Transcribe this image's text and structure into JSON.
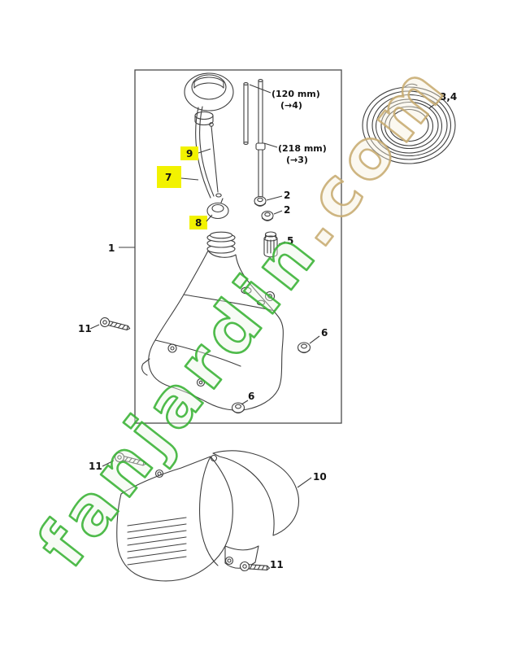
{
  "watermark": {
    "green_text": "fanjardin",
    "tan_text": ".com",
    "green_color": "#3cb438",
    "tan_color": "#c9ae74"
  },
  "diagram": {
    "highlight_color": "#f2f200",
    "line_color": "#3f3f3f",
    "frame_label": "1",
    "coil_label": "3,4",
    "labels": {
      "pickup": "9",
      "retainer": "7",
      "grommet": "8",
      "sleeve_top": "2",
      "sleeve_bottom": "2",
      "filter": "5",
      "bushing_right": "6",
      "bushing_bottom": "6",
      "screw_tank": "11",
      "screw_housing_left": "11",
      "screw_housing_bottom": "11",
      "housing": "10"
    },
    "annotations": {
      "hose_short_length": "(120 mm)",
      "hose_short_ref": "(→4)",
      "hose_long_length": "(218 mm)",
      "hose_long_ref": "(→3)"
    }
  }
}
